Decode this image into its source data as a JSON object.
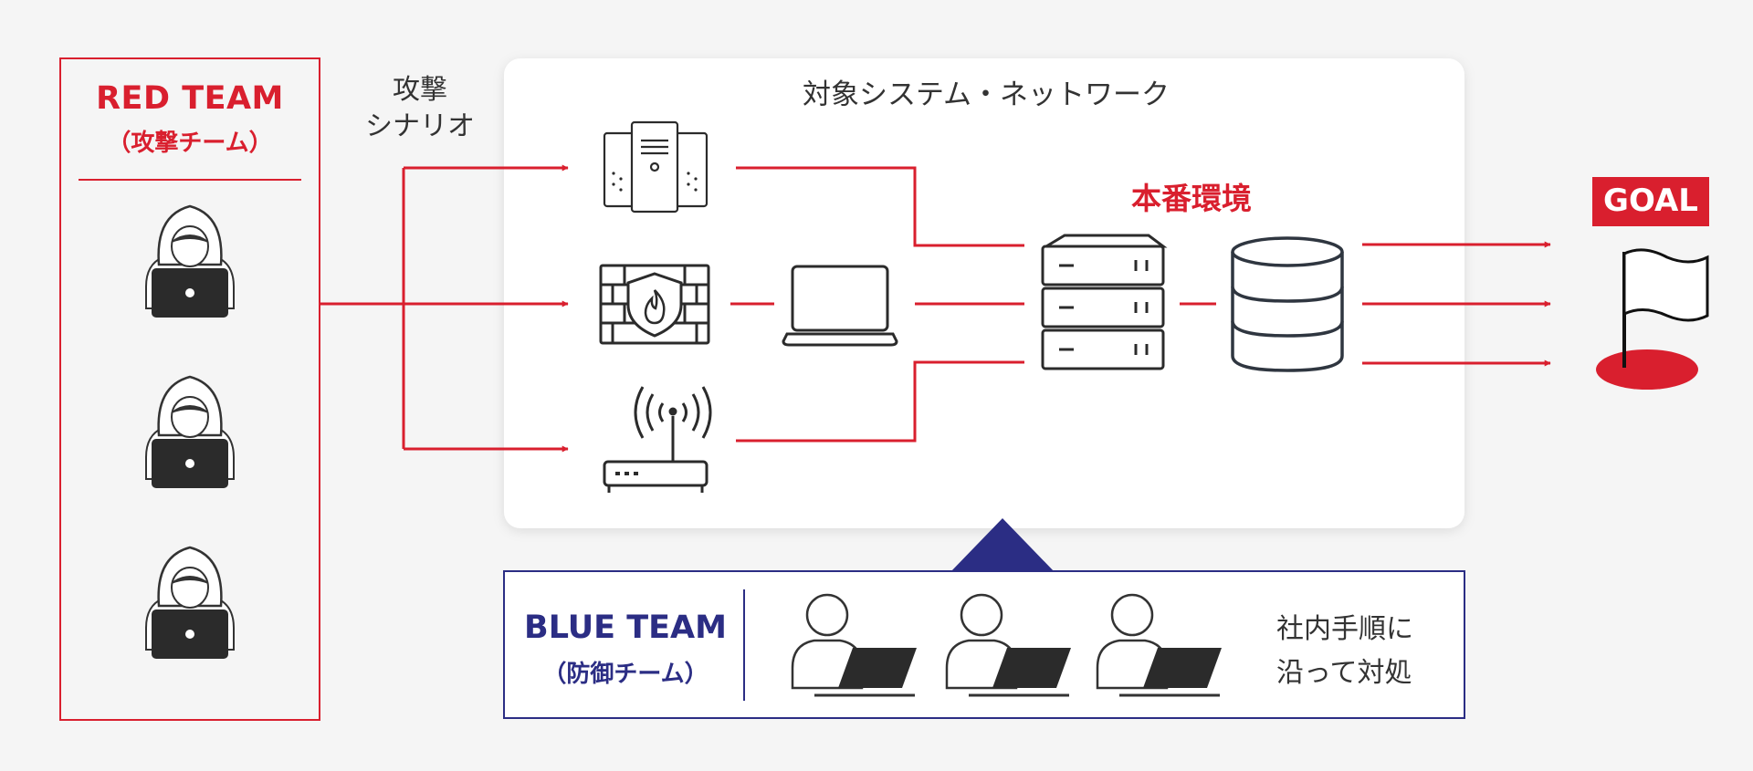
{
  "red_team": {
    "title": "RED TEAM",
    "subtitle": "（攻撃チーム）",
    "members": 3
  },
  "scenario": {
    "line1": "攻撃",
    "line2": "シナリオ"
  },
  "target": {
    "title": "対象システム・ネットワーク",
    "production_label": "本番環境"
  },
  "entry_points": [
    "server-icon",
    "firewall-icon",
    "router-icon"
  ],
  "internal_nodes": [
    "laptop-icon",
    "rack-server-icon",
    "database-icon"
  ],
  "goal": {
    "label": "GOAL"
  },
  "blue_team": {
    "title": "BLUE TEAM",
    "subtitle": "（防御チーム）",
    "note_line1": "社内手順に",
    "note_line2": "沿って対処",
    "members": 3
  },
  "colors": {
    "red": "#d91f2e",
    "navy": "#2b2d84",
    "dark": "#2b2b2b",
    "panel": "#ffffff",
    "background": "#f5f5f5"
  }
}
